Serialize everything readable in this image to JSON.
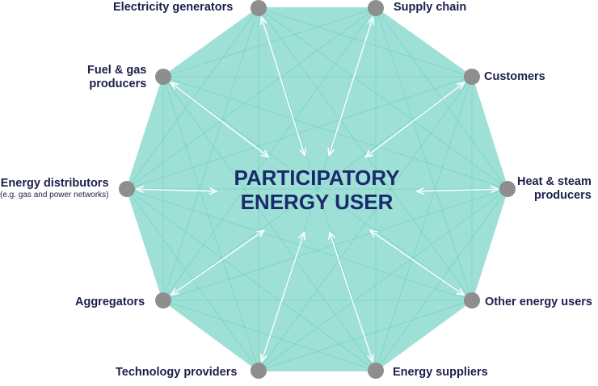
{
  "colors": {
    "fill": "#9ee0d6",
    "mesh": "#6ccfc0",
    "arrow": "#ffffff",
    "node": "#8e8e8e",
    "text": "#1b1f4b",
    "center_text": "#1b2a6b"
  },
  "center": {
    "line1": "PARTICIPATORY",
    "line2": "ENERGY USER"
  },
  "nodes": [
    {
      "id": "electricity-generators",
      "icon": "circle-node",
      "lines": [
        "Electricity generators"
      ]
    },
    {
      "id": "supply-chain",
      "icon": "circle-node",
      "lines": [
        "Supply chain"
      ]
    },
    {
      "id": "customers",
      "icon": "circle-node",
      "lines": [
        "Customers"
      ]
    },
    {
      "id": "heat-steam-producers",
      "icon": "circle-node",
      "lines": [
        "Heat & steam",
        "producers"
      ]
    },
    {
      "id": "other-energy-users",
      "icon": "circle-node",
      "lines": [
        "Other energy users"
      ]
    },
    {
      "id": "energy-suppliers",
      "icon": "circle-node",
      "lines": [
        "Energy suppliers"
      ]
    },
    {
      "id": "technology-providers",
      "icon": "circle-node",
      "lines": [
        "Technology providers"
      ]
    },
    {
      "id": "aggregators",
      "icon": "circle-node",
      "lines": [
        "Aggregators"
      ]
    },
    {
      "id": "energy-distributors",
      "icon": "circle-node",
      "lines": [
        "Energy distributors"
      ],
      "sub": "(e.g. gas and power networks)"
    },
    {
      "id": "fuel-gas-producers",
      "icon": "circle-node",
      "lines": [
        "Fuel & gas",
        "producers"
      ]
    }
  ]
}
